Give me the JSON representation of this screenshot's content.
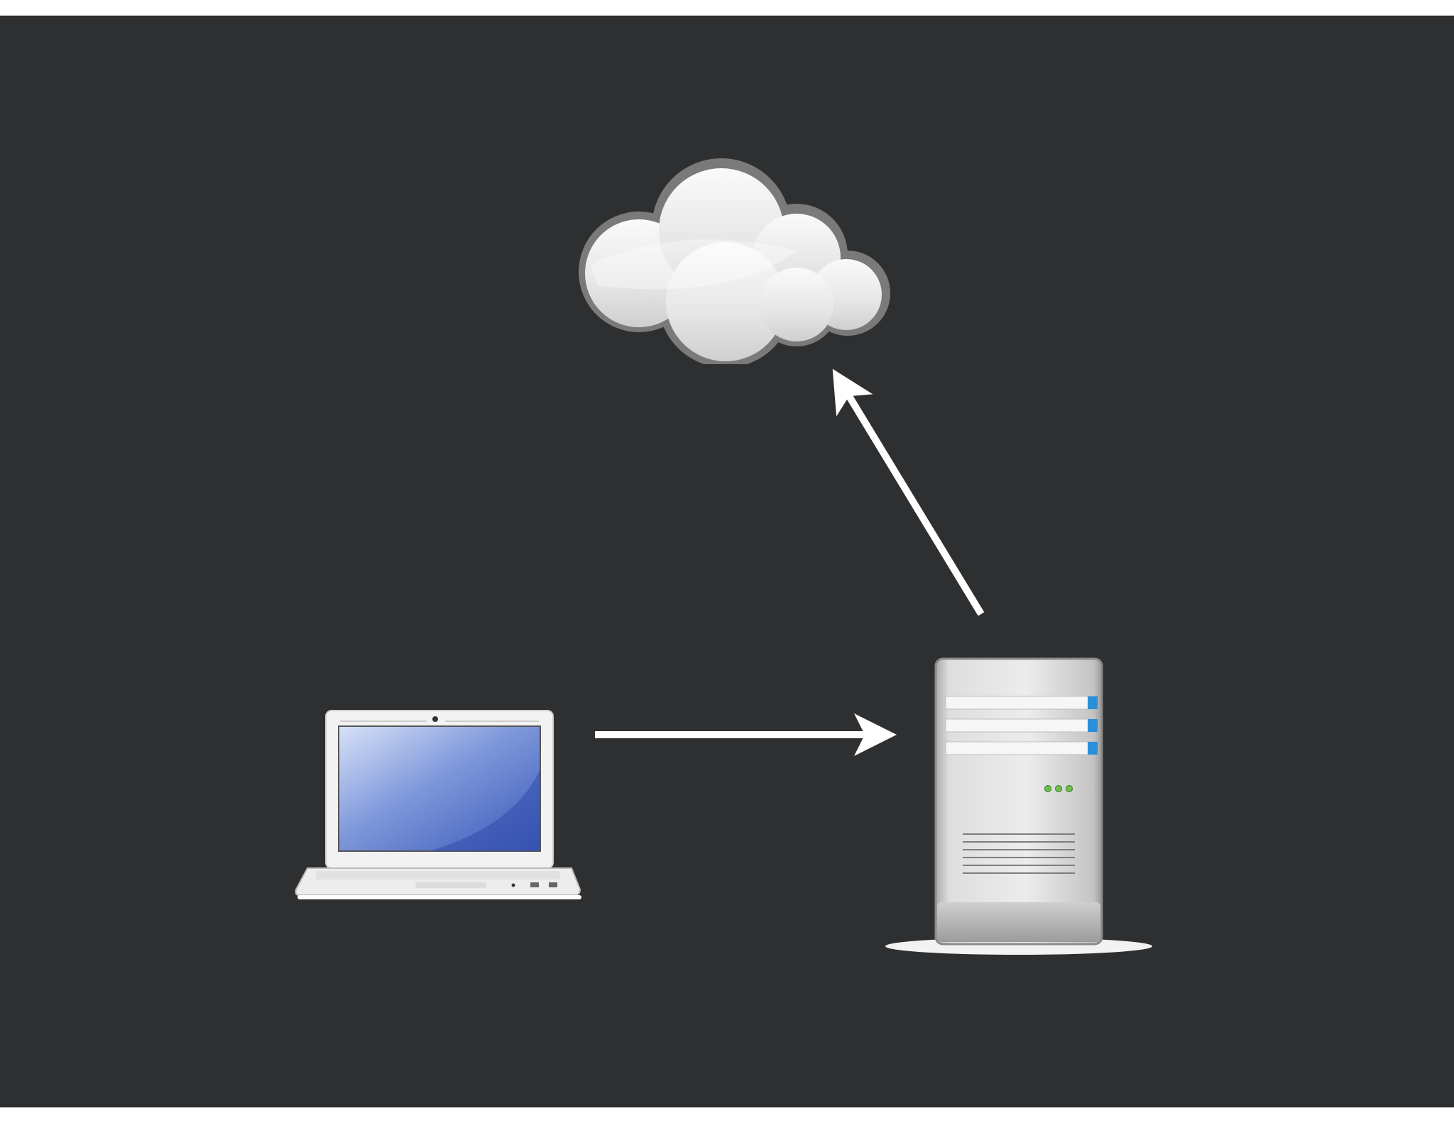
{
  "diagram": {
    "background": "#2e2f30",
    "arrow_color": "#ffffff",
    "nodes": [
      {
        "id": "cloud",
        "icon": "cloud-icon"
      },
      {
        "id": "laptop",
        "icon": "laptop-icon"
      },
      {
        "id": "server",
        "icon": "server-tower-icon"
      }
    ],
    "edges": [
      {
        "from": "laptop",
        "to": "server",
        "style": "arrow"
      },
      {
        "from": "server",
        "to": "cloud",
        "style": "arrow"
      }
    ],
    "colors": {
      "cloud_fill": "#ececec",
      "cloud_rim": "#7a7a7a",
      "laptop_body": "#f2f2f2",
      "laptop_screen": "#4a6cc6",
      "server_body": "#d6d6d6",
      "server_accent": "#2a8fd8",
      "server_leds": "#6cc04a"
    }
  }
}
